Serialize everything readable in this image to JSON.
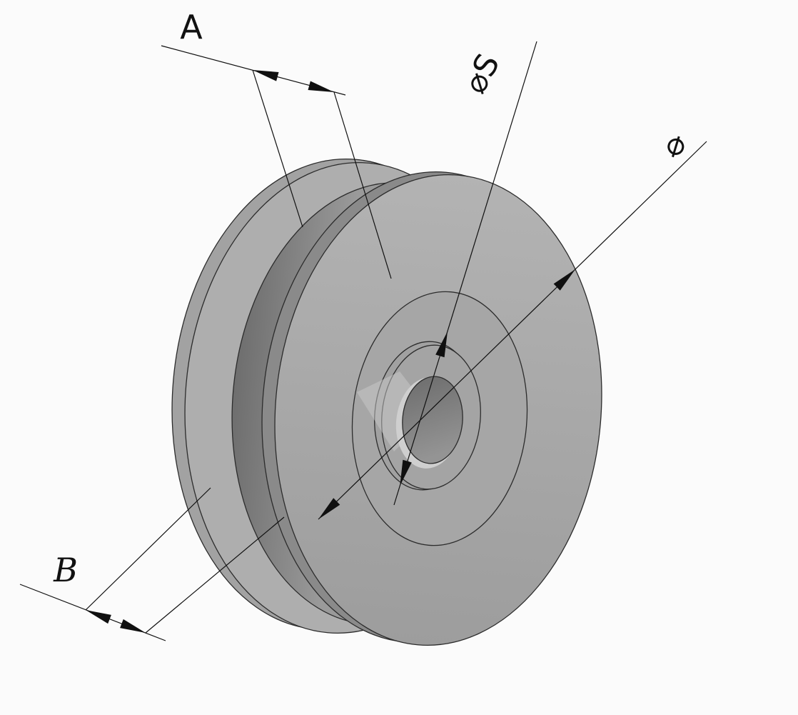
{
  "drawing": {
    "labels": {
      "groove_width": "A",
      "overall_width": "B",
      "hub_diameter": "⌀S",
      "outer_diameter": "⌀"
    },
    "colors": {
      "background": "#fbfbfb",
      "edge_line": "#2c2c2c",
      "dimension_line": "#101010",
      "back_face": "#a2a2a2",
      "left_flange_face": "#aeaeae",
      "front_flange_back": "#8a8a8a",
      "hub_ring": "#a6a6a6",
      "hub_boss_outer": "#a1a1a1",
      "hub_boss_face": "#a4a4a4",
      "bore_highlight": "#cfcfcf"
    }
  }
}
